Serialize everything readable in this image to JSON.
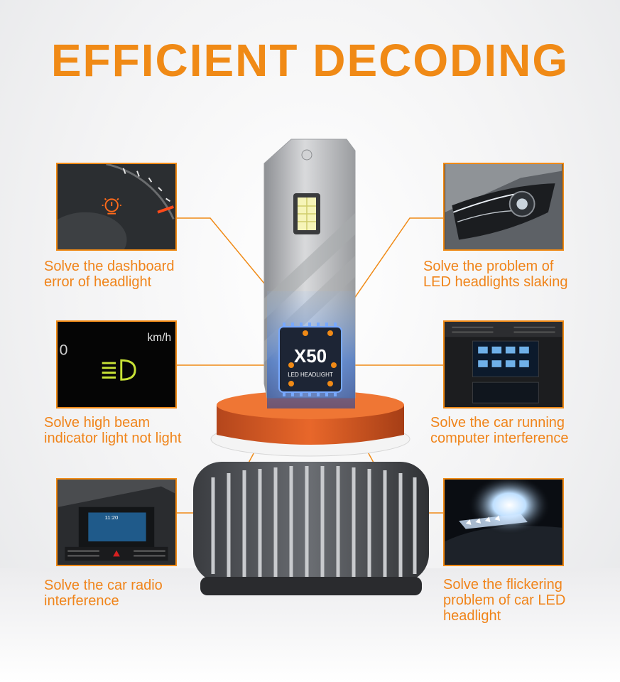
{
  "title": "EFFICIENT DECODING",
  "accent_color": "#f08a16",
  "chip": {
    "brand": "X50",
    "subtitle": "LED HEADLIGHT"
  },
  "features": [
    {
      "caption": "Solve the dashboard\nerror of headlight",
      "icon": "dashboard-warning-icon"
    },
    {
      "caption": "Solve high beam\nindicator light not light",
      "icon": "high-beam-indicator-icon"
    },
    {
      "caption": "Solve the car radio\ninterference",
      "icon": "car-radio-icon"
    },
    {
      "caption": "Solve the problem of\nLED headlights slaking",
      "icon": "headlight-icon"
    },
    {
      "caption": "Solve the car running\ncomputer interference",
      "icon": "car-computer-screen-icon"
    },
    {
      "caption": "Solve the flickering\nproblem of car LED\nheadlight",
      "icon": "led-headlight-beam-icon"
    }
  ],
  "panel_texts": {
    "speed_unit": "km/h",
    "radio_time": "11:20"
  }
}
